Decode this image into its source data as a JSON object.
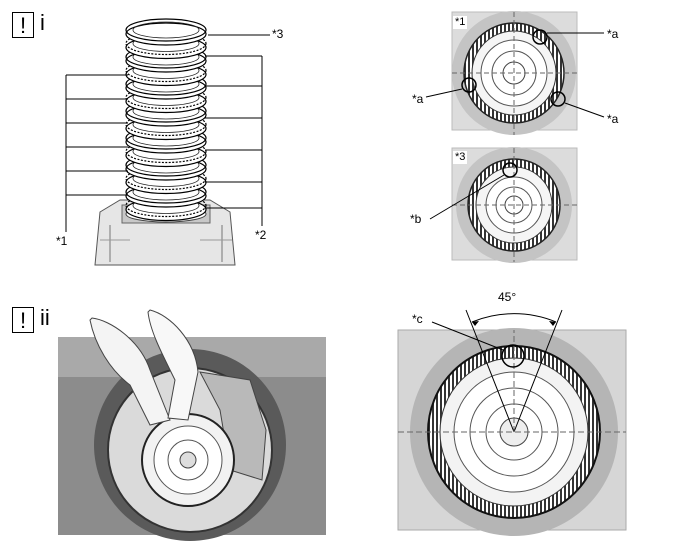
{
  "steps": [
    {
      "mark": "!",
      "number": "i"
    },
    {
      "mark": "!",
      "number": "ii"
    }
  ],
  "callouts": {
    "c1": "*1",
    "c2": "*2",
    "c3": "*3",
    "a": "*a",
    "b": "*b",
    "c": "*c"
  },
  "angle_label": "45°"
}
